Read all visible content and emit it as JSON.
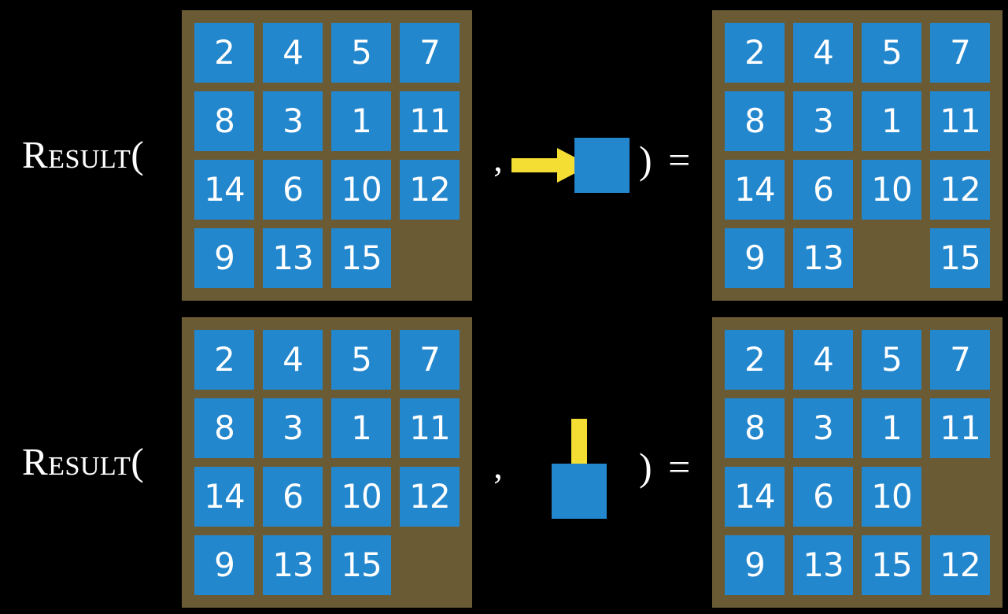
{
  "page": {
    "background_color": "#000000",
    "title": "Result function applied to 15-puzzle states"
  },
  "palette": {
    "tile_blue": "#2387ce",
    "board_brown": "#6b5b35",
    "arrow_yellow": "#f5de33",
    "text_white": "#ffffff",
    "background_black": "#000000"
  },
  "notation": {
    "function_label": "Result(",
    "separator_comma": ",",
    "close_and_equals": ") ="
  },
  "equations": [
    {
      "id": "equation-move-right",
      "function_label": "Result(",
      "separator_comma": ",",
      "close_and_equals": ") =",
      "state_before": {
        "name": "initial-state",
        "rows": 4,
        "cols": 4,
        "tiles": [
          [
            "2",
            "4",
            "5",
            "7"
          ],
          [
            "8",
            "3",
            "1",
            "11"
          ],
          [
            "14",
            "6",
            "10",
            "12"
          ],
          [
            "9",
            "13",
            "15",
            ""
          ]
        ]
      },
      "action": {
        "name": "move-blank-right",
        "arrow_direction": "right",
        "arrow_color": "#f5de33",
        "square_color": "#2387ce"
      },
      "state_after": {
        "name": "result-state",
        "rows": 4,
        "cols": 4,
        "tiles": [
          [
            "2",
            "4",
            "5",
            "7"
          ],
          [
            "8",
            "3",
            "1",
            "11"
          ],
          [
            "14",
            "6",
            "10",
            "12"
          ],
          [
            "9",
            "13",
            "",
            "15"
          ]
        ]
      }
    },
    {
      "id": "equation-move-down",
      "function_label": "Result(",
      "separator_comma": ",",
      "close_and_equals": ") =",
      "state_before": {
        "name": "initial-state",
        "rows": 4,
        "cols": 4,
        "tiles": [
          [
            "2",
            "4",
            "5",
            "7"
          ],
          [
            "8",
            "3",
            "1",
            "11"
          ],
          [
            "14",
            "6",
            "10",
            "12"
          ],
          [
            "9",
            "13",
            "15",
            ""
          ]
        ]
      },
      "action": {
        "name": "move-blank-down",
        "arrow_direction": "down",
        "arrow_color": "#f5de33",
        "square_color": "#2387ce"
      },
      "state_after": {
        "name": "result-state",
        "rows": 4,
        "cols": 4,
        "tiles": [
          [
            "2",
            "4",
            "5",
            "7"
          ],
          [
            "8",
            "3",
            "1",
            "11"
          ],
          [
            "14",
            "6",
            "10",
            ""
          ],
          [
            "9",
            "13",
            "15",
            "12"
          ]
        ]
      }
    }
  ]
}
